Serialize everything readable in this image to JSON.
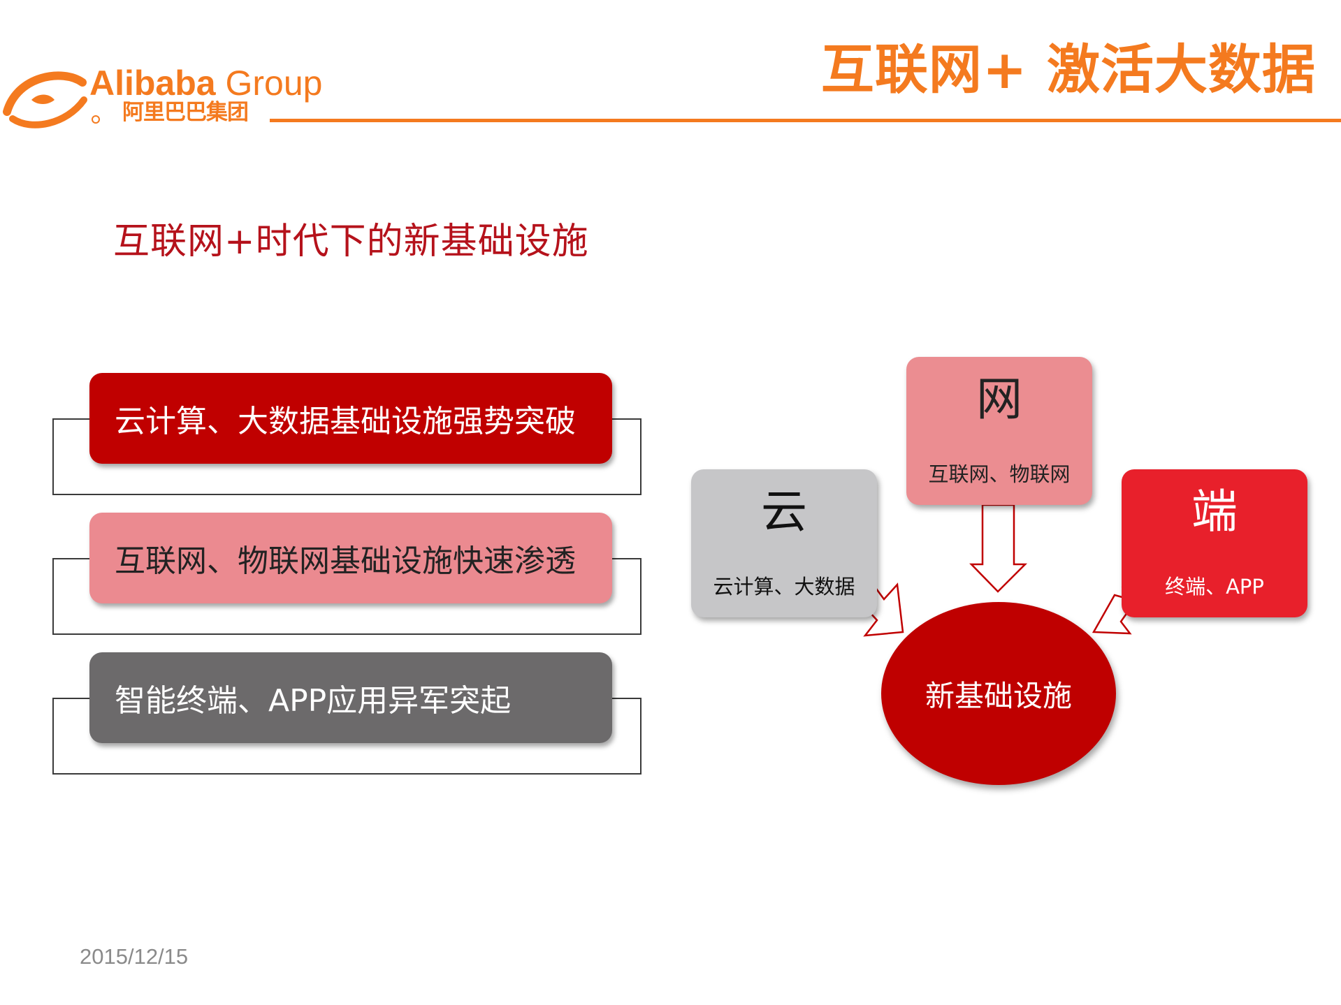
{
  "header": {
    "logo_en_bold": "Alibaba",
    "logo_en_light": " Group",
    "logo_cn": "阿里巴巴集团",
    "title": "互联网+ 激活大数据",
    "brand_color": "#f47a1f"
  },
  "section_title": "互联网+时代下的新基础设施",
  "list": [
    {
      "label": "云计算、大数据基础设施强势突破",
      "color": "#c00000"
    },
    {
      "label": "互联网、物联网基础设施快速渗透",
      "color": "#eb8a90"
    },
    {
      "label": "智能终端、APP应用异军突起",
      "color": "#6c6a6b"
    }
  ],
  "diagram": {
    "net": {
      "title": "网",
      "subtitle": "互联网、物联网"
    },
    "cloud": {
      "title": "云",
      "subtitle": "云计算、大数据"
    },
    "end": {
      "title": "端",
      "subtitle": "终端、APP"
    },
    "center": "新基础设施"
  },
  "footer": {
    "date": "2015/12/15"
  }
}
